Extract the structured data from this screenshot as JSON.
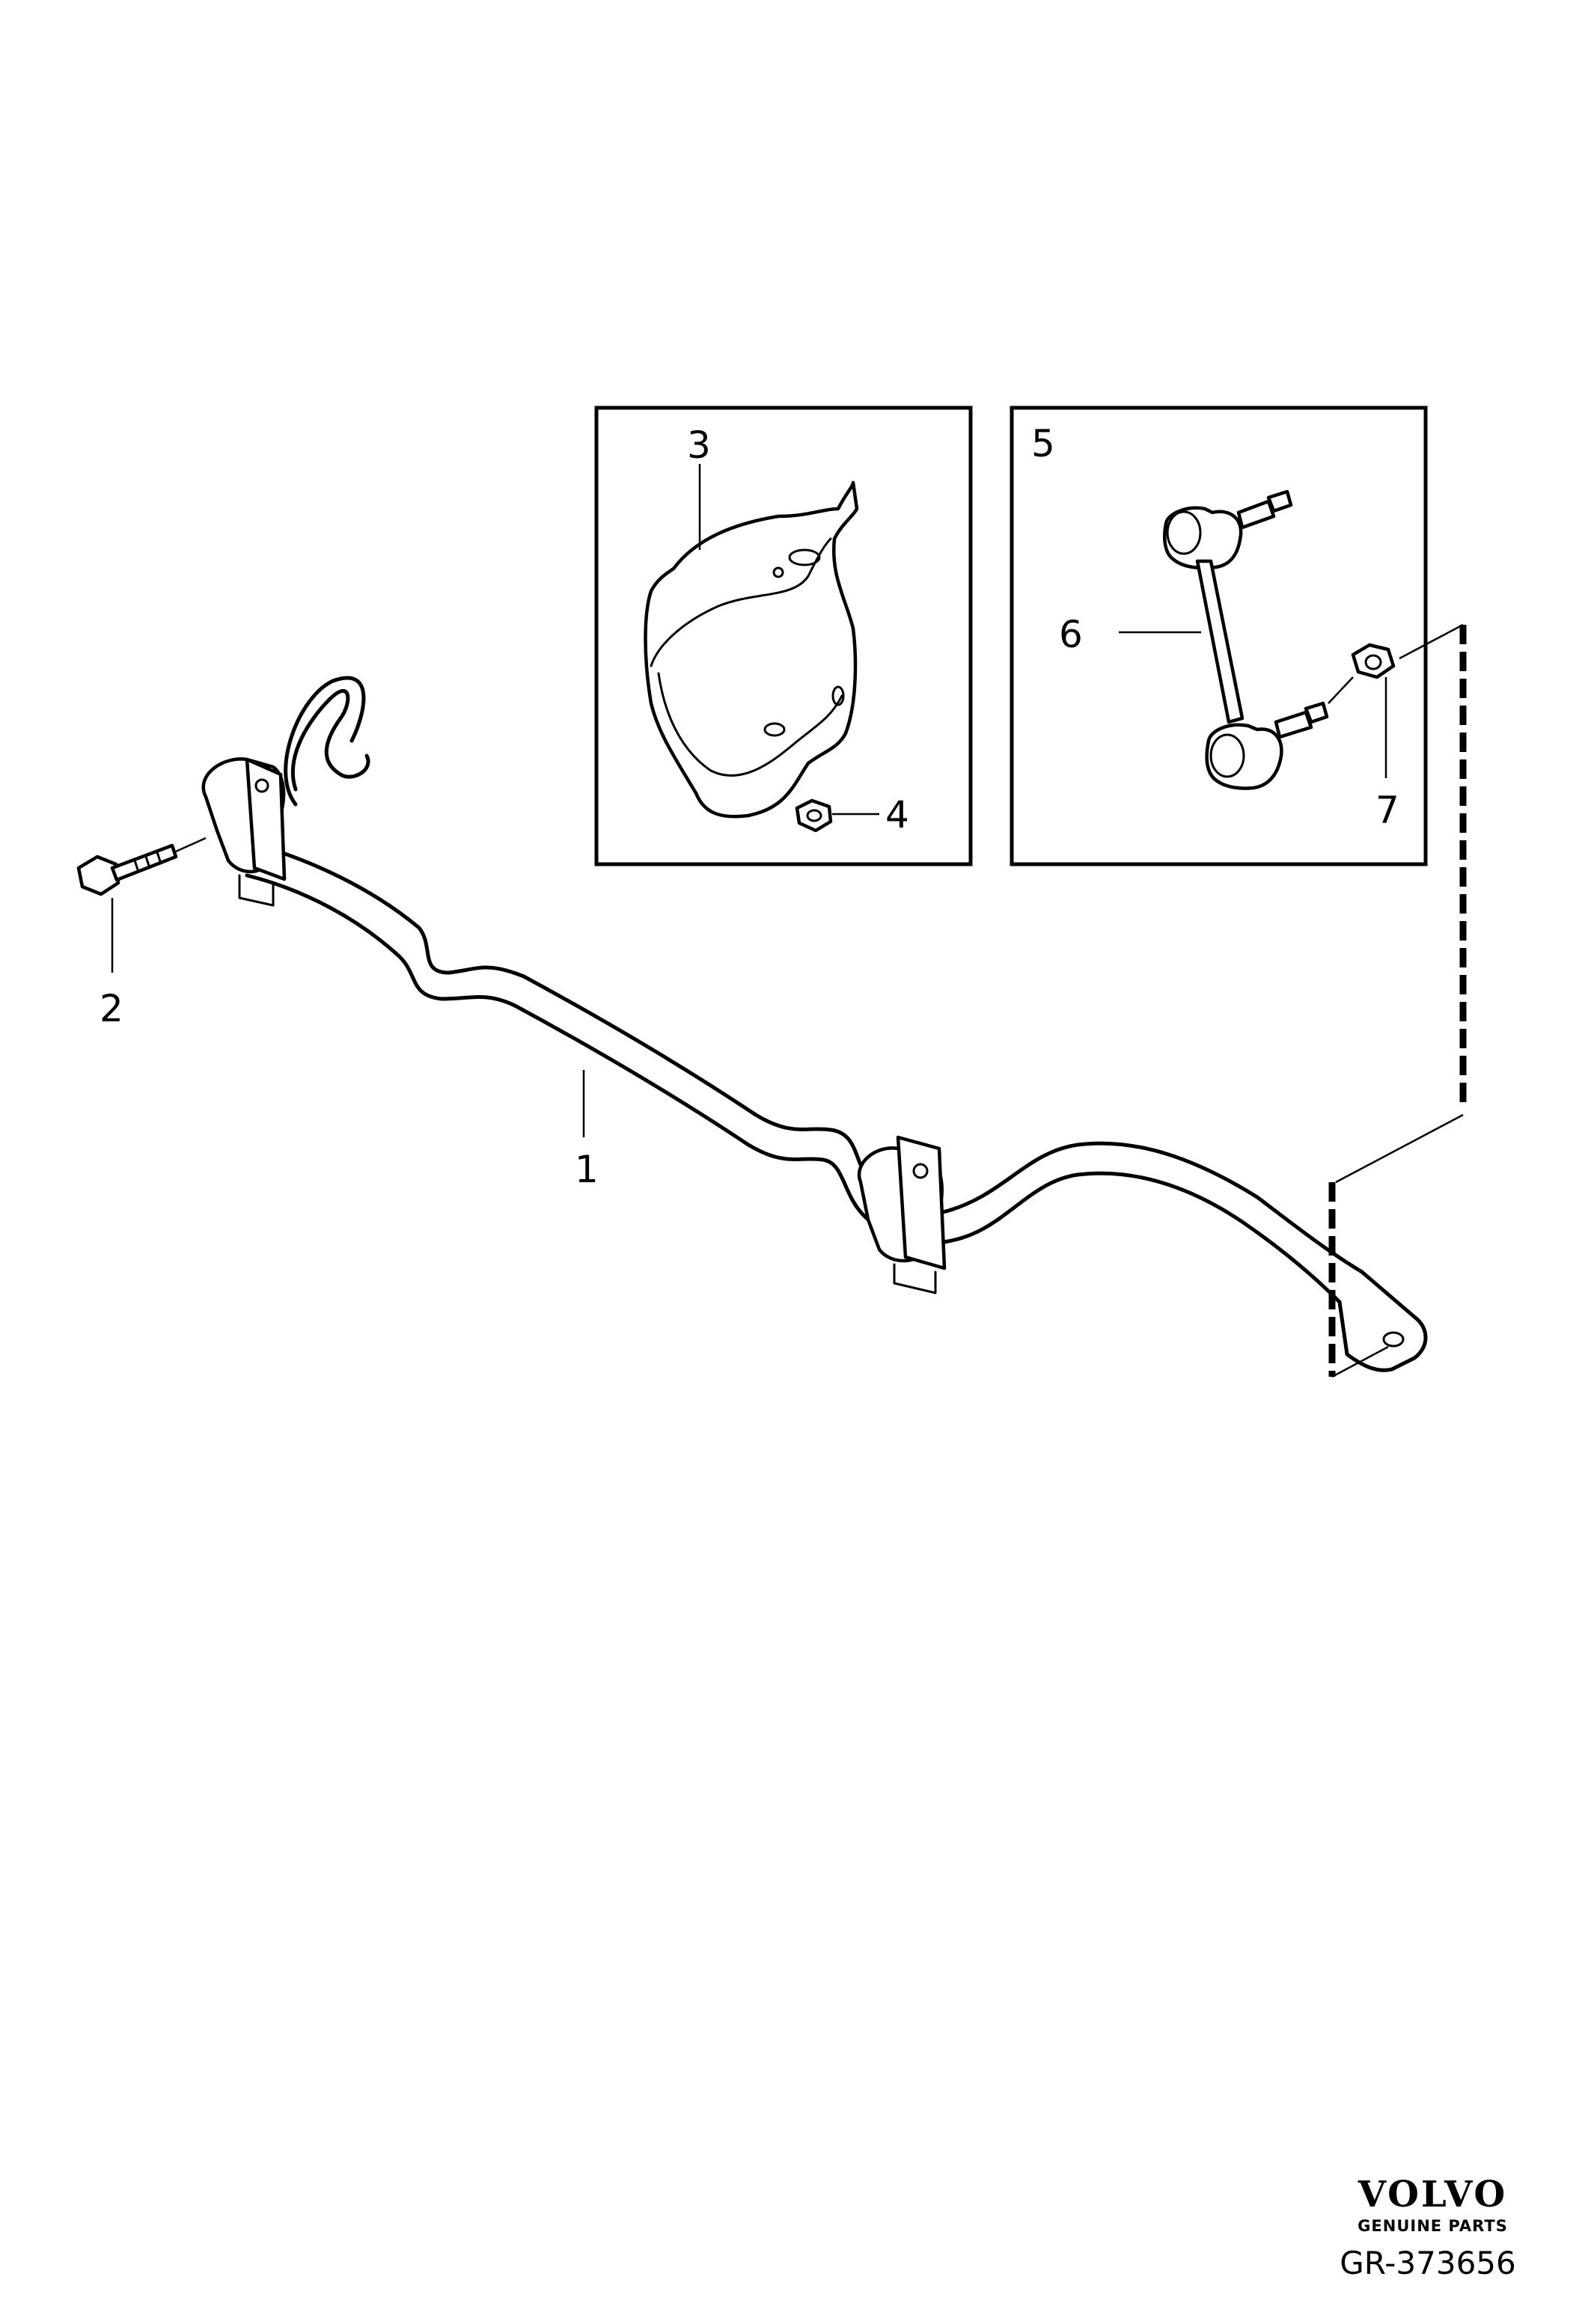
{
  "callouts": {
    "c1": "1",
    "c2": "2",
    "c3": "3",
    "c4": "4",
    "c5": "5",
    "c6": "6",
    "c7": "7"
  },
  "brand": {
    "logo_text": "VOLVO",
    "tagline": "GENUINE PARTS"
  },
  "reference_code": "GR-373656",
  "colors": {
    "line": "#000000",
    "background": "#ffffff"
  }
}
